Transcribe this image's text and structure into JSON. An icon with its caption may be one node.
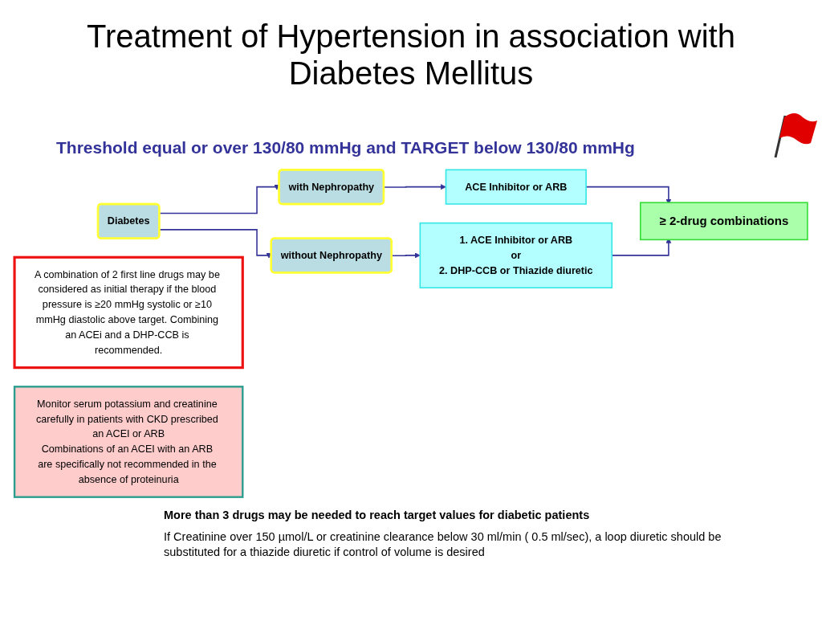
{
  "diagram": {
    "title": "Treatment of Hypertension in association with Diabetes Mellitus",
    "nodes": [
      {
        "text": [
          "Diabetes"
        ]
      },
      {
        "text": [
          "with Nephropathy"
        ]
      },
      {
        "text": [
          "without Nephropathy"
        ]
      },
      {
        "text": [
          "ACE Inhibitor or ARB"
        ]
      },
      {
        "text": [
          "1. ACE Inhibitor or ARB",
          "or",
          "2. DHP-CCB or Thiazide diuretic"
        ]
      },
      {
        "text": [
          "A combination of 2 first line drugs may be considered as initial therapy if the blood pressure is ≥20 mmHg systolic or ≥10 mmHg diastolic above target. Combining an ACEi and a DHP-CCB is recommended."
        ]
      },
      {
        "text": [
          "≥ 2-drug combinations"
        ]
      },
      {
        "text": [
          "Monitor serum potassium and creatinine carefully in patients with CKD prescribed an ACEI or ARB",
          "Combinations of an ACEI with an ARB are specifically not recommended in the absence of proteinuria"
        ]
      }
    ],
    "edges": [
      {
        "from": 0,
        "to": 1,
        "arrow": "to"
      },
      {
        "from": 0,
        "to": 2,
        "arrow": "to"
      },
      {
        "from": 1,
        "to": 3,
        "arrow": "to"
      },
      {
        "from": 2,
        "to": 4,
        "arrow": "to"
      },
      {
        "from": 3,
        "to": 6,
        "arrow": "to"
      },
      {
        "from": 4,
        "to": 6,
        "arrow": "to"
      }
    ],
    "labels": [
      "Threshold equal or over 130/80 mmHg and TARGET below 130/80 mmHg",
      "More than 3 drugs may be needed to reach target values for diabetic patients",
      "If Creatinine over 150 µmol/L or creatinine clearance below 30 ml/min ( 0.5 ml/sec), a loop diuretic should be substituted for a thiazide diuretic if control of volume is desired"
    ]
  }
}
